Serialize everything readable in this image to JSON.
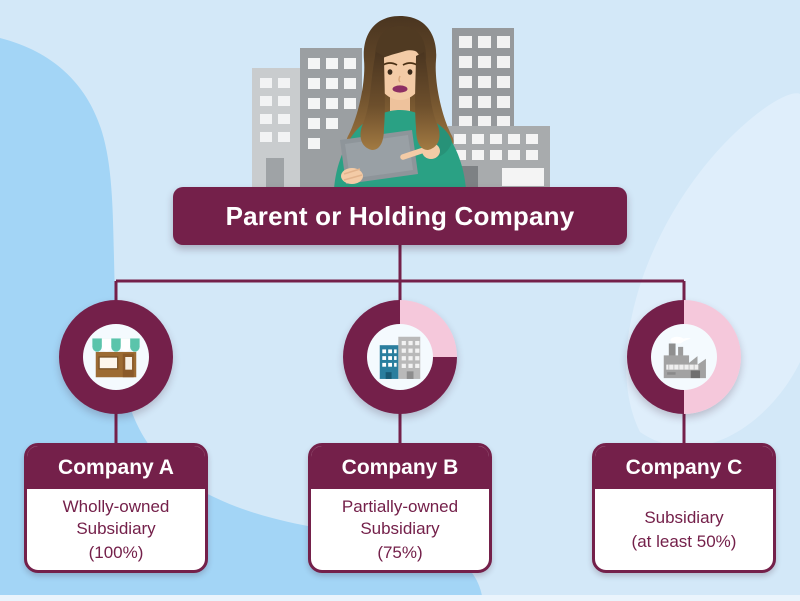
{
  "palette": {
    "maroon": "#74204a",
    "pink": "#f5c8db",
    "background": "#d3e8f8",
    "blob_dark": "#a3d5f6",
    "blob_light": "#e0eefb",
    "bottom_strip": "#eaf4fc",
    "card_background": "#ffffff",
    "text_on_maroon": "#ffffff"
  },
  "parent": {
    "title": "Parent or Holding Company"
  },
  "companies": [
    {
      "name": "Company A",
      "icon": "storefront-icon",
      "ownership_pct": 100,
      "subtitle": "Wholly-owned Subsidiary",
      "detail": "(100%)"
    },
    {
      "name": "Company B",
      "icon": "office-buildings-icon",
      "ownership_pct": 75,
      "subtitle": "Partially-owned Subsidiary",
      "detail": "(75%)"
    },
    {
      "name": "Company C",
      "icon": "factory-icon",
      "ownership_pct": 50,
      "subtitle": "Subsidiary",
      "detail": "(at least 50%)"
    }
  ]
}
